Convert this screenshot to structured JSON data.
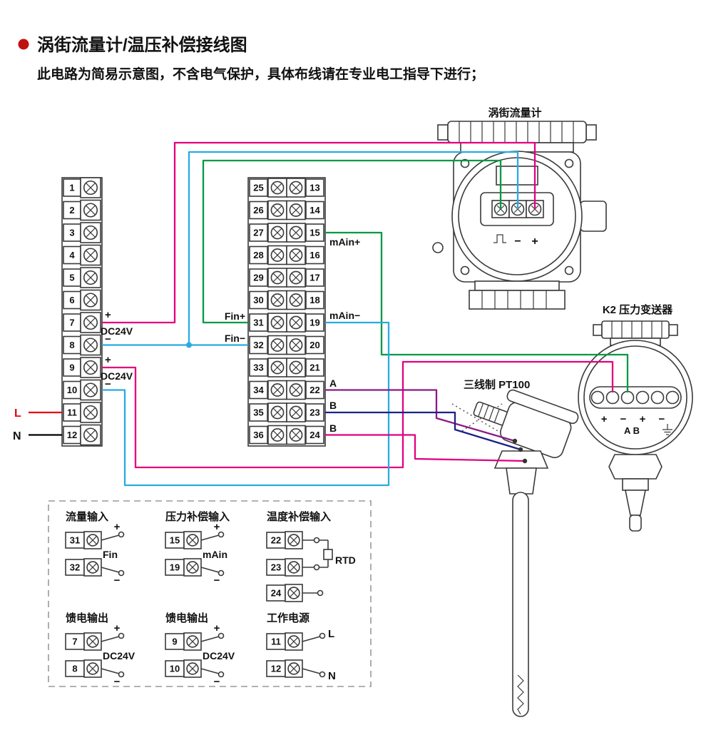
{
  "header": {
    "title": "涡街流量计/温压补偿接线图",
    "subtitle": "此电路为简易示意图，不含电气保护，具体布线请在专业电工指导下进行；"
  },
  "devices": {
    "flowmeter": {
      "label": "涡街流量计",
      "minus": "−",
      "plus": "+"
    },
    "transmitter": {
      "label": "K2  压力变送器",
      "polarity": "+ − + −",
      "ab": "A   B"
    },
    "rtd": {
      "label": "三线制 PT100"
    }
  },
  "left_block": {
    "numbers": [
      "1",
      "2",
      "3",
      "4",
      "5",
      "6",
      "7",
      "8",
      "9",
      "10",
      "11",
      "12"
    ],
    "feed1": {
      "plus": "+",
      "name": "DC24V",
      "minus": "−"
    },
    "feed2": {
      "plus": "+",
      "name": "DC24V",
      "minus": "−"
    },
    "line": "L",
    "neutral": "N"
  },
  "middle_block": {
    "left_numbers": [
      "25",
      "26",
      "27",
      "28",
      "29",
      "30",
      "31",
      "32",
      "33",
      "34",
      "35",
      "36"
    ],
    "right_numbers": [
      "13",
      "14",
      "15",
      "16",
      "17",
      "18",
      "19",
      "20",
      "21",
      "22",
      "23",
      "24"
    ],
    "fin_plus": "Fin+",
    "fin_minus": "Fin−",
    "main_plus": "mAin+",
    "main_minus": "mAin−",
    "rtd_a": "A",
    "rtd_b1": "B",
    "rtd_b2": "B"
  },
  "legend": {
    "sections": [
      {
        "title": "流量输入",
        "rows": [
          {
            "num": "31",
            "end": "+"
          },
          {
            "num": "32",
            "end": "−"
          }
        ],
        "mid_label": "Fin"
      },
      {
        "title": "压力补偿输入",
        "rows": [
          {
            "num": "15",
            "end": "+"
          },
          {
            "num": "19",
            "end": "−"
          }
        ],
        "mid_label": "mAin"
      },
      {
        "title": "温度补偿输入",
        "rows": [
          {
            "num": "22"
          },
          {
            "num": "23"
          },
          {
            "num": "24"
          }
        ],
        "rtd_label": "RTD"
      },
      {
        "title": "馈电输出",
        "rows": [
          {
            "num": "7",
            "end": "+"
          },
          {
            "num": "8",
            "end": "−"
          }
        ],
        "mid_label": "DC24V"
      },
      {
        "title": "馈电输出",
        "rows": [
          {
            "num": "9",
            "end": "+"
          },
          {
            "num": "10",
            "end": "−"
          }
        ],
        "mid_label": "DC24V"
      },
      {
        "title": "工作电源",
        "rows": [
          {
            "num": "11",
            "end": "L"
          },
          {
            "num": "12",
            "end": "N"
          }
        ]
      }
    ]
  },
  "colors": {
    "magenta": "#e4007f",
    "cyan": "#29abe2",
    "green": "#009944",
    "purple": "#8a1b85",
    "navy": "#1d2088",
    "red": "#e60012",
    "black": "#000000",
    "bullet": "#c01111",
    "line_art": "#3a3a3a"
  }
}
